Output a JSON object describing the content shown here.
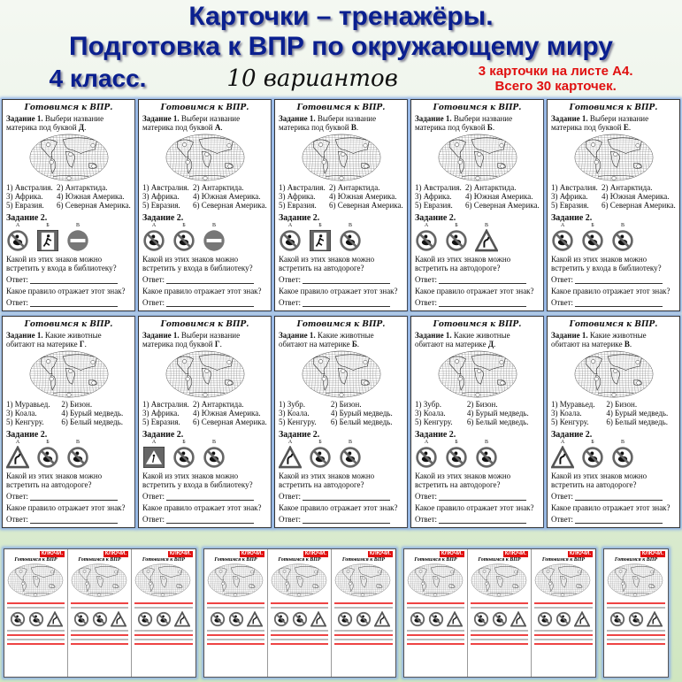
{
  "header": {
    "title_line1": "Карточки – тренажёры.",
    "title_line2": "Подготовка к ВПР по окружающему миру",
    "grade": "4 класс.",
    "variants": "10 вариантов",
    "sheet_info_line1": "3 карточки на листе  А4.",
    "sheet_info_line2": "Всего 30 карточек."
  },
  "card_common": {
    "title": "Готовимся к ВПР.",
    "task1_label": "Задание 1.",
    "task2_label": "Задание 2.",
    "answer_label": "Ответ:",
    "rule_question": "Какое правило отражает этот знак?",
    "sign_letters": [
      "А",
      "Б",
      "В"
    ],
    "map_letters": [
      "А",
      "Б",
      "В",
      "Г",
      "Д",
      "Е"
    ]
  },
  "option_sets": {
    "continents": [
      "1) Австралия.",
      "2) Антарктида.",
      "3) Африка.",
      "4) Южная Америка.",
      "5) Евразия.",
      "6) Северная Америка."
    ],
    "animals": [
      "1) Зубр.",
      "2) Бизон.",
      "3) Коала.",
      "4) Бурый медведь.",
      "5) Кенгуру.",
      "6) Белый медведь."
    ],
    "animals_g": [
      "1) Муравьед.",
      "2) Бизон.",
      "3) Коала.",
      "4) Бурый медведь.",
      "5) Кенгуру.",
      "6) Белый медведь."
    ]
  },
  "cards": [
    {
      "task1_text": "Выбери название материка под буквой",
      "letter": "Д",
      "options": "continents",
      "signs": [
        "no-fishing",
        "exit",
        "no-entry"
      ],
      "question": "Какой из этих знаков можно встретить у входа в библиотеку?"
    },
    {
      "task1_text": "Выбери название материка под буквой",
      "letter": "А",
      "options": "continents",
      "signs": [
        "no-dog",
        "no-drink",
        "no-entry"
      ],
      "question": "Какой из этих знаков можно встретить у входа в библиотеку?"
    },
    {
      "task1_text": "Выбери название материка под буквой",
      "letter": "В",
      "options": "continents",
      "signs": [
        "no-phone",
        "square",
        "no-fire"
      ],
      "question": "Какой из этих знаков можно встретить на автодороге?"
    },
    {
      "task1_text": "Выбери название материка под буквой",
      "letter": "Б",
      "options": "continents",
      "signs": [
        "no-fire",
        "no-photo",
        "warning"
      ],
      "question": "Какой из этих знаков можно встретить на автодороге?"
    },
    {
      "task1_text": "Выбери название материка под буквой",
      "letter": "Е",
      "options": "continents",
      "signs": [
        "no-fire",
        "no-photo",
        "no-phone"
      ],
      "question": "Какой из этих знаков можно встретить у входа в библиотеку?"
    },
    {
      "task1_text": "Какие животные обитают на материке",
      "letter": "Г",
      "options": "animals_g",
      "signs": [
        "warning",
        "no-swim",
        "no-phone"
      ],
      "question": "Какой из этих знаков можно встретить на автодороге?"
    },
    {
      "task1_text": "Выбери название материка под буквой",
      "letter": "Г",
      "options": "continents",
      "signs": [
        "crosswalk",
        "no-phone",
        "no-dog"
      ],
      "question": "Какой из этих знаков можно встретить у входа в библиотеку?"
    },
    {
      "task1_text": "Какие животные обитают на материке",
      "letter": "Б",
      "options": "animals",
      "signs": [
        "turn",
        "no-swim",
        "no-fire"
      ],
      "question": "Какой из этих знаков можно встретить на автодороге?"
    },
    {
      "task1_text": "Какие животные обитают на материке",
      "letter": "Д",
      "options": "animals",
      "signs": [
        "no-cycle",
        "no-phone",
        "no-fire"
      ],
      "question": "Какой из этих знаков можно встретить на автодороге?"
    },
    {
      "task1_text": "Какие животные обитают на материке",
      "letter": "В",
      "options": "animals_g",
      "signs": [
        "warning",
        "no-fire",
        "no-photo"
      ],
      "question": "Какой из этих знаков можно встретить на автодороге?"
    }
  ],
  "key_cards": {
    "badge": "КЛЮЧИ.",
    "title": "Готовимся к ВПР",
    "sheets": [
      3,
      3,
      3,
      1
    ]
  }
}
